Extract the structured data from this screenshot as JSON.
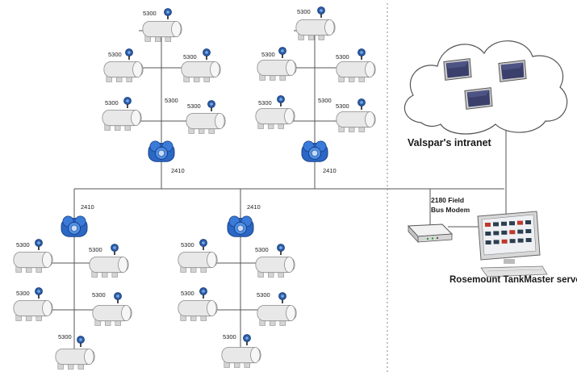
{
  "labels": {
    "tank_model": "5300",
    "hub_model": "2410",
    "modem_line1": "2180 Field",
    "modem_line2": "Bus Modem",
    "intranet": "Valspar's intranet",
    "server": "Rosemount TankMaster server"
  },
  "groups": [
    {
      "hub": "2410",
      "tanks": [
        "5300",
        "5300",
        "5300",
        "5300",
        "5300",
        "5300"
      ]
    },
    {
      "hub": "2410",
      "tanks": [
        "5300",
        "5300",
        "5300",
        "5300",
        "5300",
        "5300"
      ]
    },
    {
      "hub": "2410",
      "tanks": [
        "5300",
        "5300",
        "5300",
        "5300",
        "5300"
      ]
    },
    {
      "hub": "2410",
      "tanks": [
        "5300",
        "5300",
        "5300",
        "5300",
        "5300"
      ]
    }
  ],
  "colors": {
    "line": "#555555",
    "divider": "#888888",
    "hub": "#2b67c4",
    "tank_fill": "#e6e6e6",
    "tank_stroke": "#8a8a8a",
    "transmitter": "#2a5da8",
    "monitor_screen": "#3a3f6b"
  },
  "icons": [
    "tank-icon",
    "transmitter-icon",
    "hub-icon",
    "modem-icon",
    "monitor-icon",
    "server-workstation-icon",
    "cloud-icon"
  ]
}
